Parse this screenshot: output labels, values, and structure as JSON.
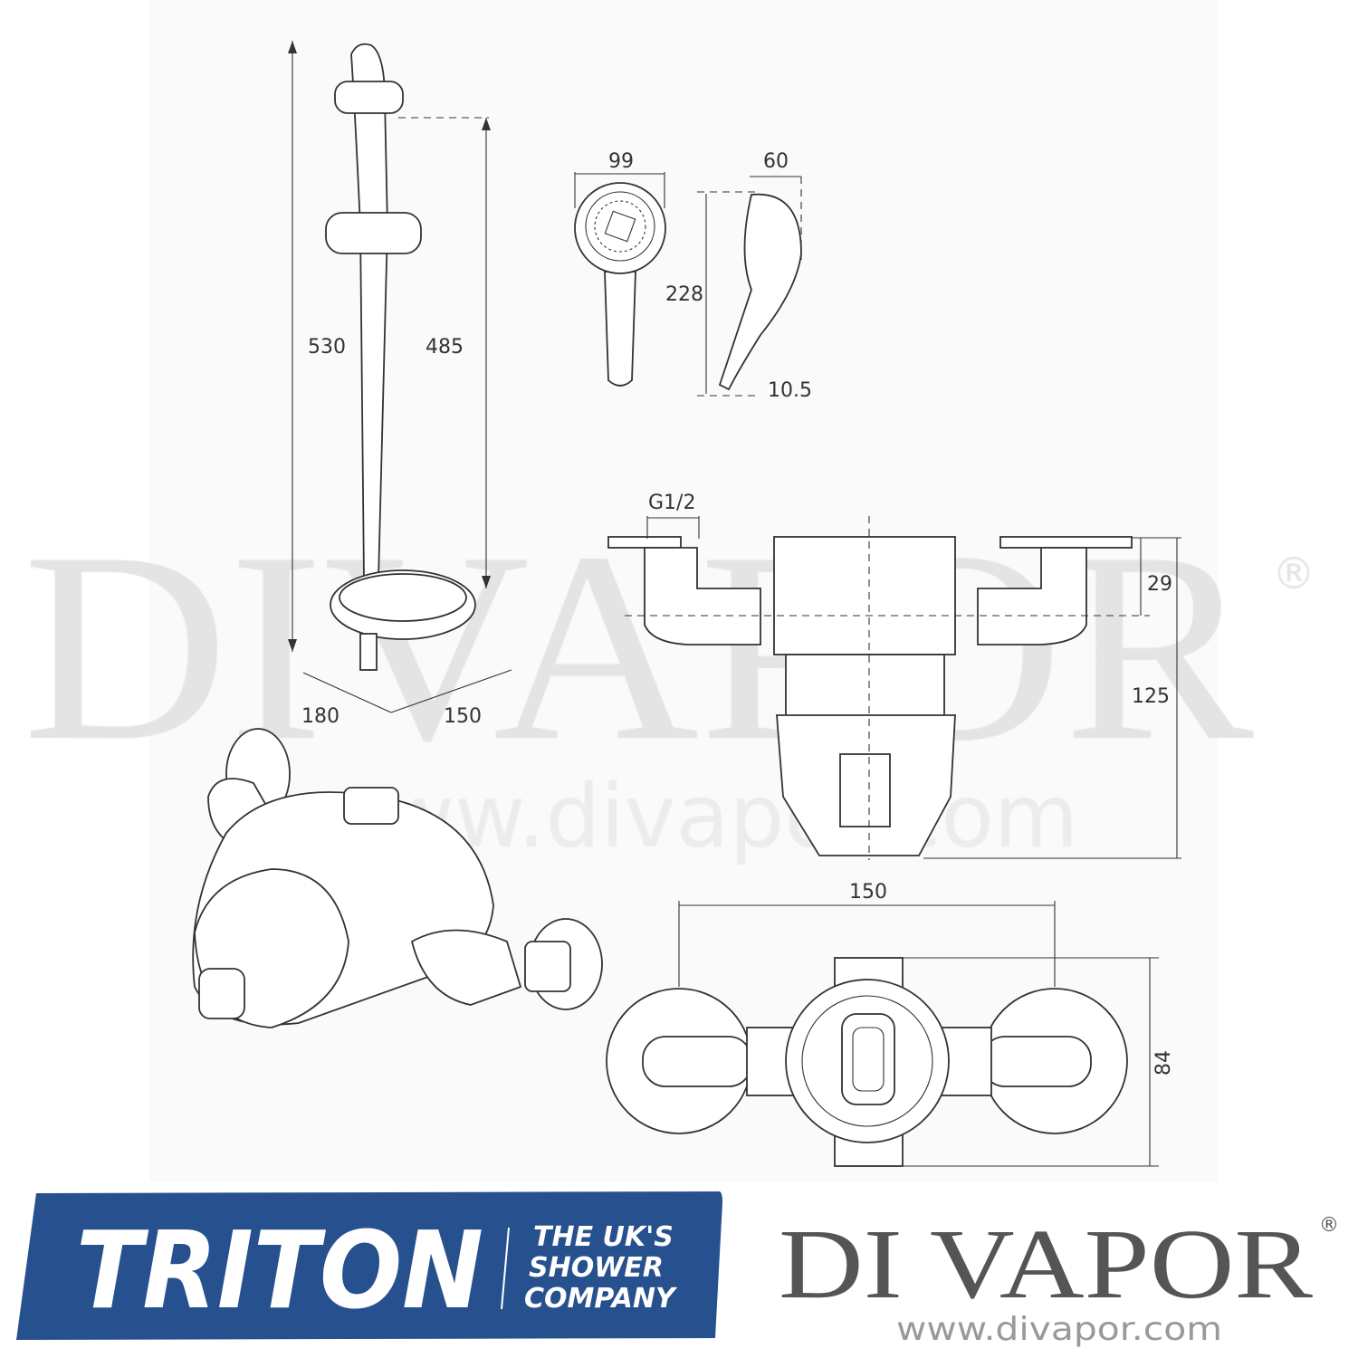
{
  "watermark": {
    "brand": "DIVAPOR",
    "registered": "®",
    "url": "www.divapor.com"
  },
  "dimensions": {
    "rail_total_height": "530",
    "rail_bracket_spacing": "485",
    "soap_dish_depth": "180",
    "soap_dish_width": "150",
    "handset_head_width": "99",
    "handset_depth": "60",
    "handset_length": "228",
    "handset_outlet": "10.5",
    "inlet_thread": "G1/2",
    "inlet_offset": "29",
    "valve_projection": "125",
    "valve_centres": "150",
    "valve_height": "84"
  },
  "logos": {
    "triton": {
      "name": "TRITON",
      "tagline": [
        "THE UK'S",
        "SHOWER",
        "COMPANY"
      ],
      "color": "#27508f"
    },
    "divapor": {
      "name": "DI VAPOR",
      "registered": "®",
      "url": "www.divapor.com",
      "color": "#555555"
    }
  }
}
